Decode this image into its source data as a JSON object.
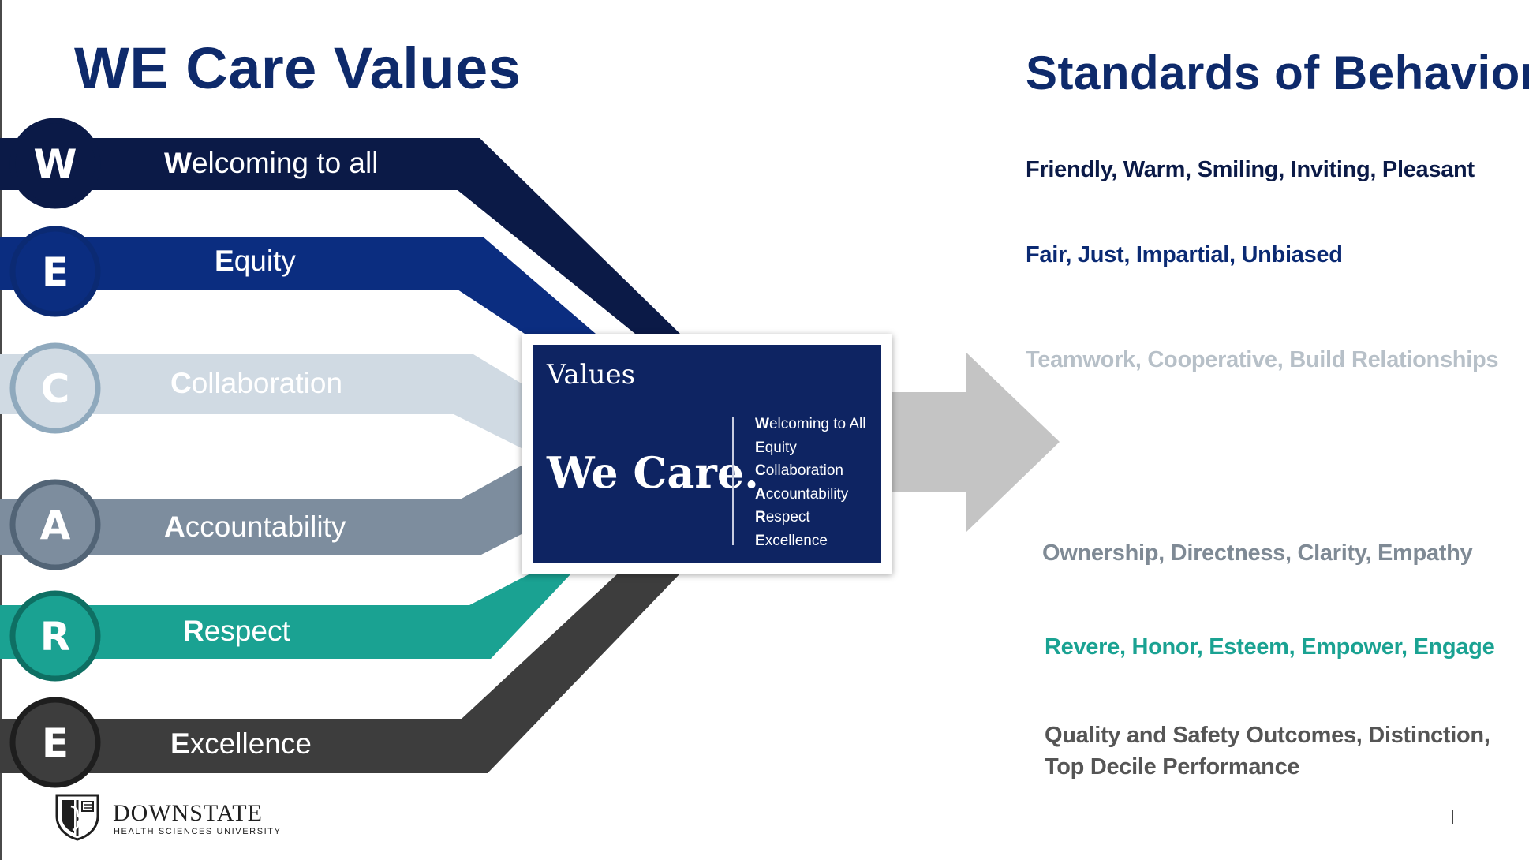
{
  "slide": {
    "title_left": "WE Care Values",
    "title_right": "Standards of Behavior"
  },
  "colors": {
    "navy_dark": "#0b1a47",
    "navy": "#0b2d80",
    "light_blue": "#d0dae3",
    "slate": "#7d8d9e",
    "teal": "#1aa292",
    "charcoal": "#3d3d3d",
    "arrow_gray": "#c4c4c4",
    "title_blue": "#0e2a6b"
  },
  "values": [
    {
      "letter": "W",
      "lead": "W",
      "rest": "elcoming to all",
      "behavior": [
        "Friendly, Warm, Smiling, Inviting, Pleasant"
      ],
      "fill": "#0b1a47",
      "ring": "#0b1a47",
      "circle": "#0b1a47",
      "behavior_color": "#0b1a47"
    },
    {
      "letter": "E",
      "lead": "E",
      "rest": "quity",
      "behavior": [
        "Fair, Just, Impartial, Unbiased"
      ],
      "fill": "#0b2d80",
      "ring": "#0b2a73",
      "circle": "#0b2d80",
      "behavior_color": "#0b2a73"
    },
    {
      "letter": "C",
      "lead": "C",
      "rest": "ollaboration",
      "behavior": [
        "Teamwork, Cooperative, Build Relationships"
      ],
      "fill": "#d0dae3",
      "ring": "#8fa9bd",
      "circle": "#d0dae3",
      "behavior_color": "#b7c0c8"
    },
    {
      "letter": "A",
      "lead": "A",
      "rest": "ccountability",
      "behavior": [
        "Ownership, Directness, Clarity, Empathy"
      ],
      "fill": "#7d8d9e",
      "ring": "#526476",
      "circle": "#7d8d9e",
      "behavior_color": "#7f8a95"
    },
    {
      "letter": "R",
      "lead": "R",
      "rest": "espect",
      "behavior": [
        "Revere, Honor, Esteem, Empower, Engage"
      ],
      "fill": "#1aa292",
      "ring": "#0e6f63",
      "circle": "#1aa292",
      "behavior_color": "#1aa292"
    },
    {
      "letter": "E",
      "lead": "E",
      "rest": "xcellence",
      "behavior": [
        "Quality and Safety Outcomes, Distinction,",
        "Top Decile Performance"
      ],
      "fill": "#3d3d3d",
      "ring": "#1e1e1e",
      "circle": "#3d3d3d",
      "behavior_color": "#555555"
    }
  ],
  "card": {
    "title": "Values",
    "main": "We Care.",
    "items": [
      {
        "lead": "W",
        "rest": "elcoming to All"
      },
      {
        "lead": "E",
        "rest": "quity"
      },
      {
        "lead": "C",
        "rest": "ollaboration"
      },
      {
        "lead": "A",
        "rest": "ccountability"
      },
      {
        "lead": "R",
        "rest": "espect"
      },
      {
        "lead": "E",
        "rest": "xcellence"
      }
    ]
  },
  "logo": {
    "name": "DOWNSTATE",
    "subtitle": "HEALTH SCIENCES UNIVERSITY",
    "icon": "shield-caduceus-icon"
  }
}
